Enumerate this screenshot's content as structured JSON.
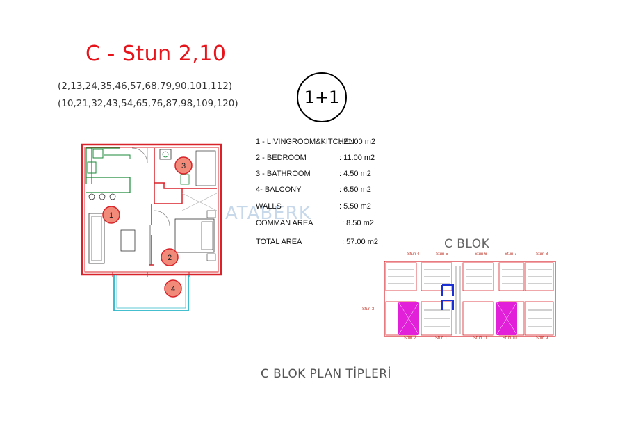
{
  "title": "C - Stun 2,10",
  "unit_numbers": [
    "(2,13,24,35,46,57,68,79,90,101,112)",
    "(10,21,32,43,54,65,76,87,98,109,120)"
  ],
  "plan_type": "1+1",
  "area_schedule": [
    {
      "label": "1 - LIVINGROOM&KITCHEN",
      "value": ": 21.00 m2"
    },
    {
      "label": "2 - BEDROOM",
      "value": ": 11.00 m2"
    },
    {
      "label": "3 - BATHROOM",
      "value": ":  4.50 m2"
    },
    {
      "label": "4- BALCONY",
      "value": ": 6.50 m2"
    },
    {
      "label": "WALLS",
      "value": ":   5.50 m2"
    },
    {
      "label": "COMMAN AREA",
      "value": ": 8.50 m2"
    },
    {
      "label": "TOTAL AREA",
      "value": ": 57.00 m2"
    }
  ],
  "watermark": "ATABERK",
  "floor_plan": {
    "room_numbers": [
      "1",
      "2",
      "3",
      "4"
    ]
  },
  "block_plan": {
    "title": "C BLOK",
    "stun_labels": {
      "stun_4": "Stun 4",
      "stun_5": "Stun 5",
      "stun_6": "Stun 6",
      "stun_7": "Stun 7",
      "stun_8": "Stun 8",
      "stun_3": "Stun 3",
      "stun_2": "Stun 2",
      "stun_1": "Stun 1",
      "stun_11": "Stun 11",
      "stun_10": "Stun 10",
      "stun_9": "Stun 9"
    }
  },
  "footer": "C BLOK PLAN TİPLERİ",
  "colors": {
    "title": "#e8141b",
    "plan_wall": "#d9232a",
    "balcony": "#29b6c9",
    "highlight": "#e21fd9",
    "core": "#1a2fd4"
  }
}
